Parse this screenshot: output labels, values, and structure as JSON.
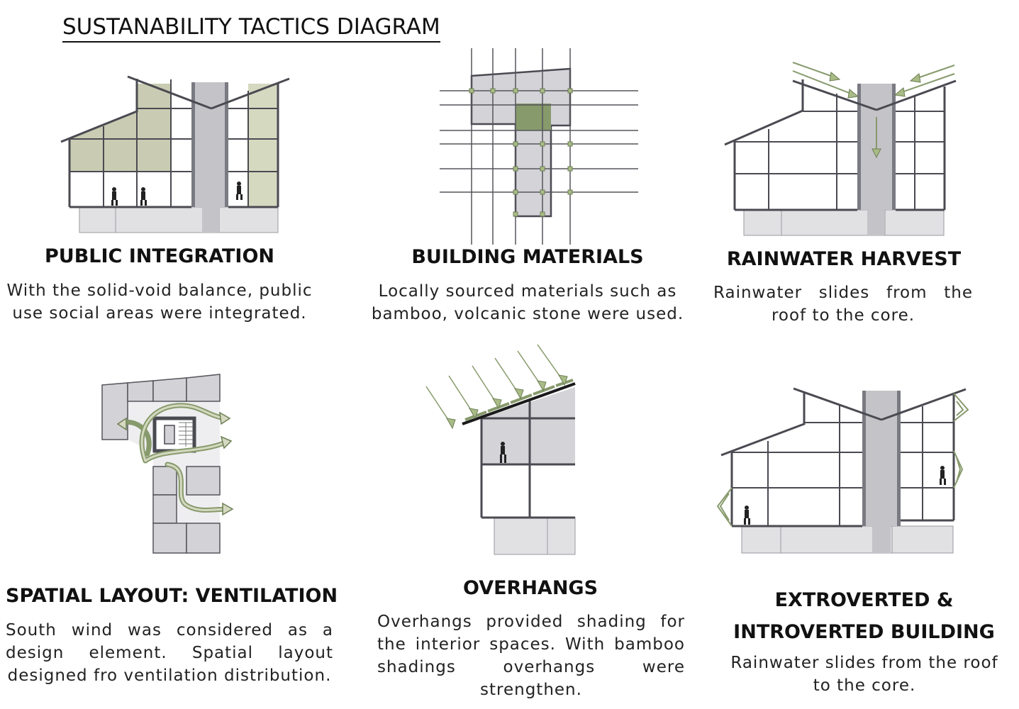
{
  "page_title": "SUSTANABILITY TACTICS DIAGRAM",
  "colors": {
    "line": "#4a4a52",
    "green": "#879a6c",
    "pale_green": "#d5d9c0",
    "core": "#c4c3c8",
    "slab": "#e1e1e3"
  },
  "panels": [
    {
      "heading": "PUBLIC INTEGRATION",
      "description": "With the solid-void balance, public use social areas were integrated.",
      "icon": "section-public-integration"
    },
    {
      "heading": "BUILDING MATERIALS",
      "description": "Locally sourced materials such as bamboo, volcanic stone were used.",
      "icon": "plan-material-grid"
    },
    {
      "heading": "RAINWATER HARVEST",
      "description": "Rainwater slides from the roof to the core.",
      "icon": "section-rainwater"
    },
    {
      "heading": "SPATIAL LAYOUT: VENTILATION",
      "description": "South wind was considered as a design element. Spatial layout designed fro ventilation distribution.",
      "icon": "plan-ventilation"
    },
    {
      "heading": "OVERHANGS",
      "description": "Overhangs provided shading for the interior spaces. With bamboo shadings overhangs were strengthen.",
      "icon": "section-overhang"
    },
    {
      "heading": "EXTROVERTED & INTROVERTED BUILDING",
      "description": "Rainwater slides from the roof to the core.",
      "icon": "section-extroverted"
    }
  ]
}
